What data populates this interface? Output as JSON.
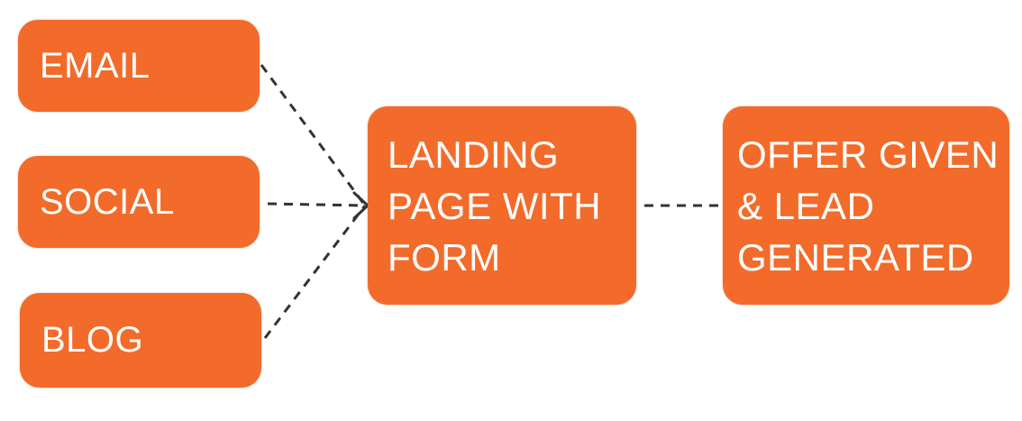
{
  "diagram": {
    "colors": {
      "node_fill": "#f26b2a",
      "node_text": "#ffffff",
      "connector": "#333333"
    },
    "sources": [
      {
        "id": "email",
        "label": "EMAIL"
      },
      {
        "id": "social",
        "label": "SOCIAL"
      },
      {
        "id": "blog",
        "label": "BLOG"
      }
    ],
    "landing": {
      "label": "LANDING\nPAGE WITH\nFORM"
    },
    "result": {
      "label": "OFFER GIVEN\n& LEAD\nGENERATED"
    },
    "edges": [
      {
        "from": "email",
        "to": "landing",
        "style": "dashed-arrow"
      },
      {
        "from": "social",
        "to": "landing",
        "style": "dashed-arrow"
      },
      {
        "from": "blog",
        "to": "landing",
        "style": "dashed-arrow"
      },
      {
        "from": "landing",
        "to": "result",
        "style": "dashed"
      }
    ]
  }
}
